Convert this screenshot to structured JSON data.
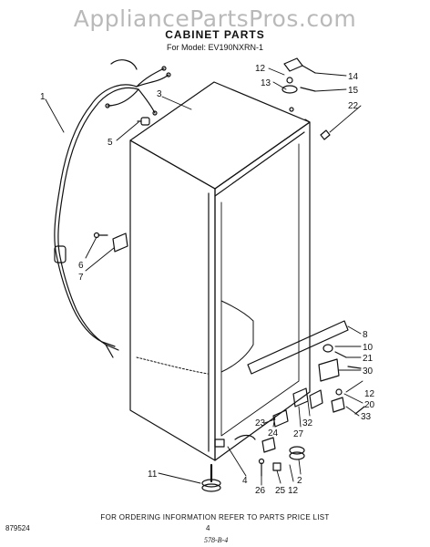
{
  "watermark": "AppliancePartsPros.com",
  "title": "CABINET PARTS",
  "subtitle": "For Model: EV190NXRN-1",
  "footer_note": "FOR ORDERING INFORMATION REFER TO PARTS PRICE LIST",
  "figure_code": "879524",
  "page_number": "4",
  "handwritten_code": "578-B-4",
  "callouts": {
    "c1": "1",
    "c3": "3",
    "c5": "5",
    "c6": "6",
    "c7": "7",
    "c12a": "12",
    "c13": "13",
    "c14": "14",
    "c15": "15",
    "c22": "22",
    "c8": "8",
    "c10": "10",
    "c21": "21",
    "c30": "30",
    "c12b": "12",
    "c20": "20",
    "c33": "33",
    "c32": "32",
    "c27": "27",
    "c23": "23",
    "c24": "24",
    "c2": "2",
    "c12c": "12",
    "c25": "25",
    "c26": "26",
    "c4": "4",
    "c11": "11"
  }
}
